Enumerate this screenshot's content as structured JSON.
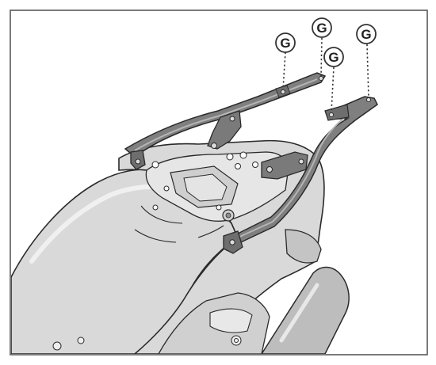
{
  "figure": {
    "description_free": true,
    "callouts": [
      {
        "id": "c1",
        "label": "G"
      },
      {
        "id": "c2",
        "label": "G"
      },
      {
        "id": "c3",
        "label": "G"
      },
      {
        "id": "c4",
        "label": "G"
      }
    ],
    "colors": {
      "frame": "#5a5a5a",
      "body_fill": "#d9d9d9",
      "body_shade": "#c4c4c4",
      "dark_part": "#8e8e8e",
      "outline": "#2a2a2a",
      "callout_stroke": "#333333"
    }
  }
}
